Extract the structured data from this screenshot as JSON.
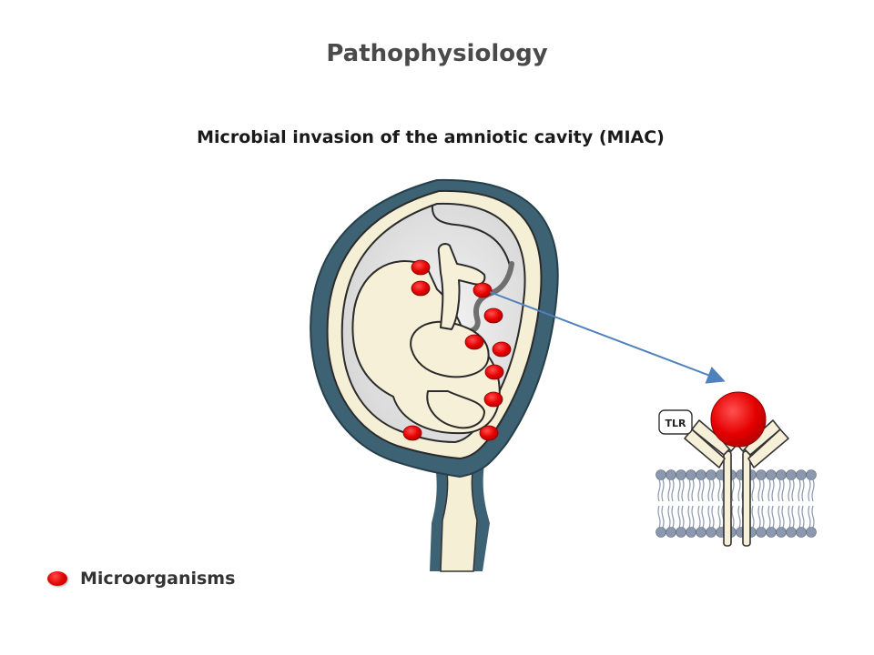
{
  "title": "Pathophysiology",
  "subtitle": "Microbial invasion of the amniotic cavity (MIAC)",
  "receptor": {
    "label": "TLR"
  },
  "legend": {
    "label": "Microorganisms",
    "icon": "microorganism-dot-icon"
  },
  "colors": {
    "uterus_wall": "#3d6273",
    "microorganism": "#e60000",
    "fetus": "#f6f0d9",
    "arrow": "#4f81bd",
    "amniotic_cavity": "#e9e9e9"
  },
  "microorganism_count": 11
}
